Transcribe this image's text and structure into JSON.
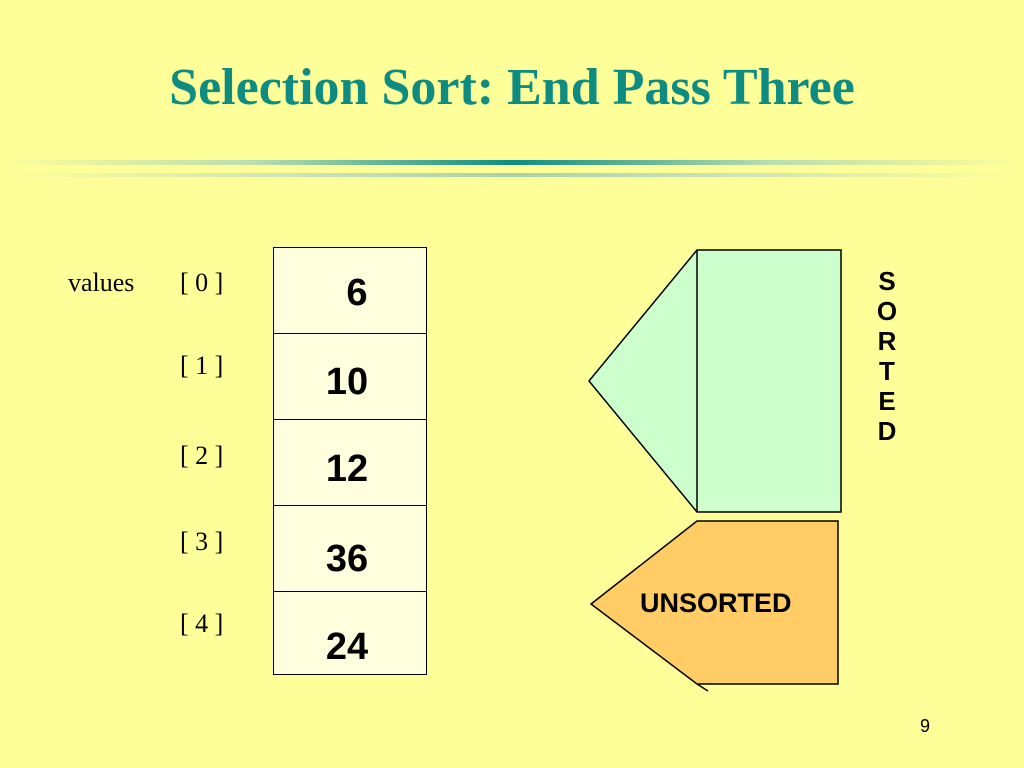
{
  "slide": {
    "title": "Selection Sort: End Pass Three",
    "page_number": "9"
  },
  "array": {
    "name": "values",
    "indices": [
      "[ 0 ]",
      "[ 1 ]",
      "[ 2 ]",
      "[ 3 ]",
      "[ 4 ]"
    ],
    "values": [
      "6",
      "10",
      "12",
      "36",
      "24"
    ]
  },
  "regions": {
    "sorted_label": [
      "S",
      "O",
      "R",
      "T",
      "E",
      "D"
    ],
    "unsorted_label": "UNSORTED",
    "sorted_color": "#CCFFCC",
    "unsorted_color": "#FFCC66"
  },
  "colors": {
    "background": "#FFFF99",
    "title": "#0E8C82",
    "cell_fill": "#FFFFDD"
  }
}
